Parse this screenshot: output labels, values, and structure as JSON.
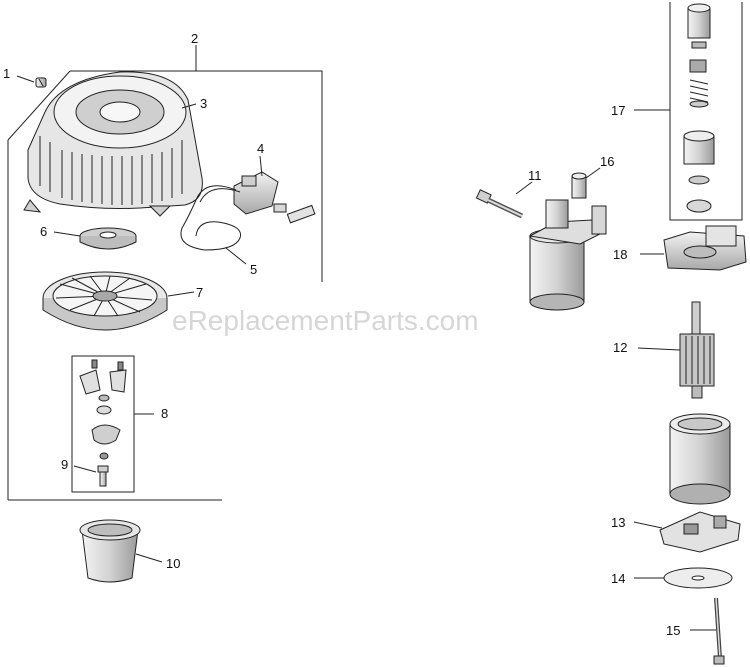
{
  "watermark": "eReplacementParts.com",
  "callouts": {
    "c1": "1",
    "c2": "2",
    "c3": "3",
    "c4": "4",
    "c5": "5",
    "c6": "6",
    "c7": "7",
    "c8": "8",
    "c9": "9",
    "c10": "10",
    "c11": "11",
    "c12": "12",
    "c13": "13",
    "c14": "14",
    "c15": "15",
    "c16": "16",
    "c17": "17",
    "c18": "18"
  },
  "colors": {
    "line": "#222222",
    "part_fill": "#e9e9e9",
    "part_dark": "#8a8a8a",
    "watermark": "#d6d6d6"
  }
}
